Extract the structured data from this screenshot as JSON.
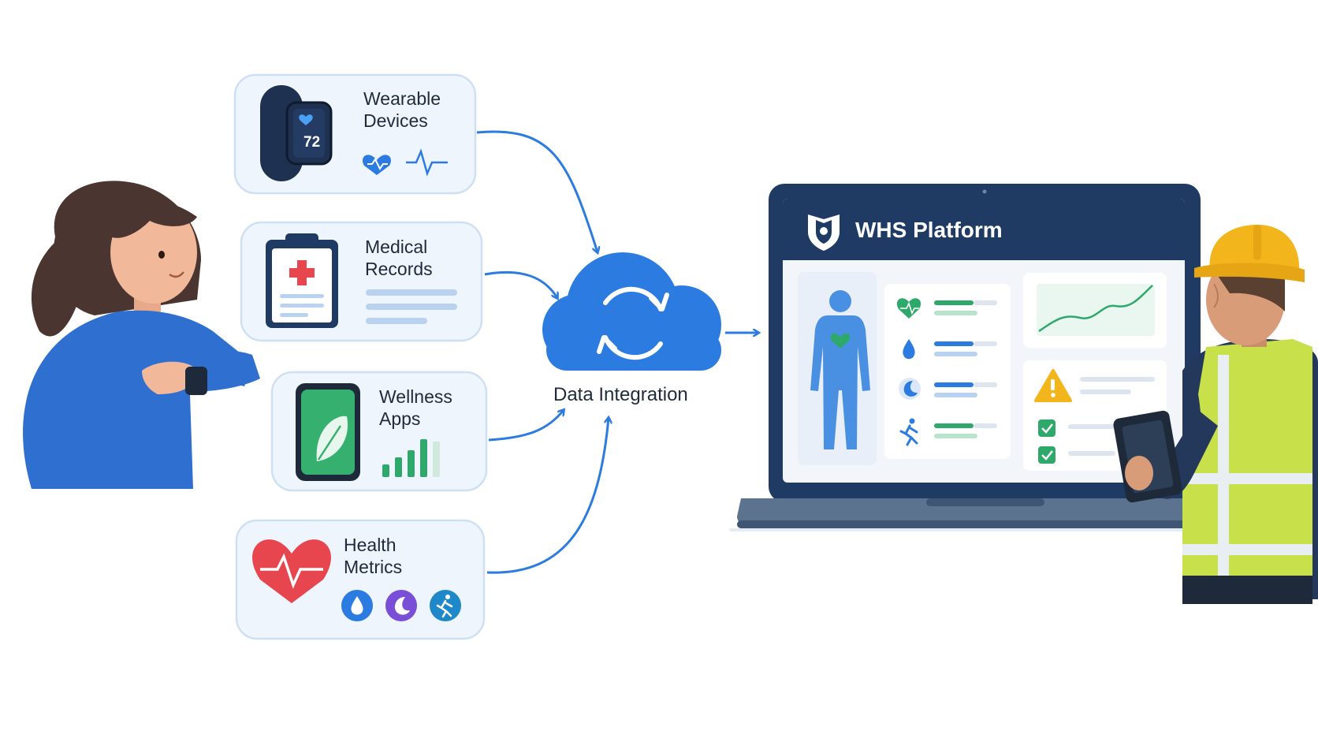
{
  "sources": [
    {
      "id": "wearable",
      "label_line1": "Wearable",
      "label_line2": "Devices",
      "icon": "smartwatch-icon",
      "watch_reading": "72"
    },
    {
      "id": "medical",
      "label_line1": "Medical",
      "label_line2": "Records",
      "icon": "clipboard-icon"
    },
    {
      "id": "wellness",
      "label_line1": "Wellness",
      "label_line2": "Apps",
      "icon": "phone-leaf-icon"
    },
    {
      "id": "metrics",
      "label_line1": "Health",
      "label_line2": "Metrics",
      "icon": "heart-pulse-icon"
    }
  ],
  "hub": {
    "caption": "Data Integration",
    "icon": "cloud-sync-icon"
  },
  "platform": {
    "title": "WHS Platform",
    "icon": "shield-icon"
  },
  "colors": {
    "accent": "#2b7be0",
    "cardBg": "#eef5fd",
    "cardBorder": "#cfe0f5",
    "navy": "#1f3b64",
    "green": "#2fa86b",
    "heart": "#e8464e",
    "warning": "#f2b51c"
  }
}
